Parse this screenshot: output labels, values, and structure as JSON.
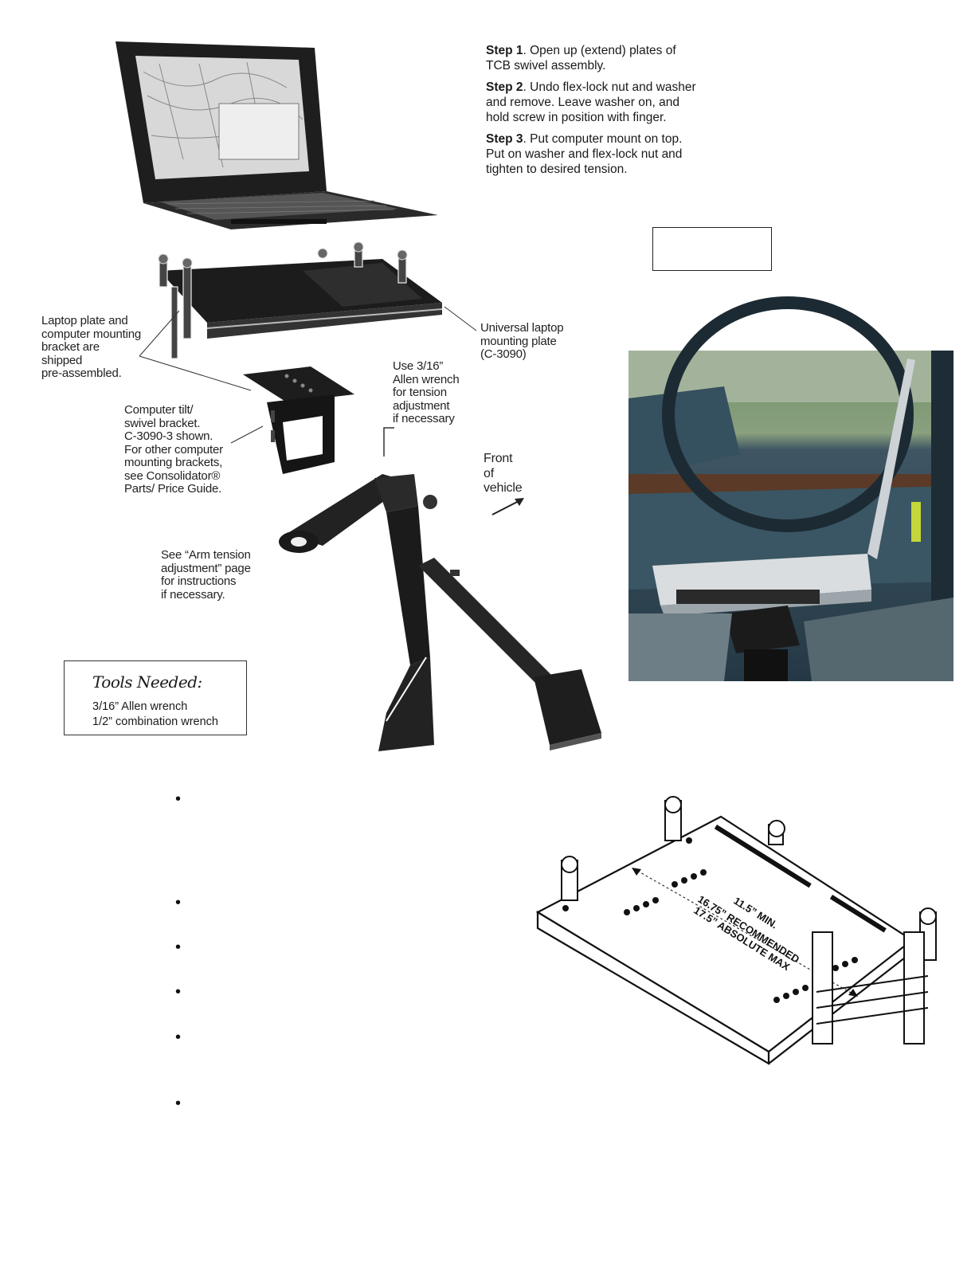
{
  "steps": [
    {
      "label": "Step 1",
      "text": ". Open up (extend) plates of TCB swivel assembly."
    },
    {
      "label": "Step 2",
      "text": ". Undo flex-lock nut and washer and remove. Leave washer on, and hold screw in position with finger."
    },
    {
      "label": "Step 3",
      "text": ". Put computer mount on top. Put on washer and flex-lock nut and tighten to desired tension."
    }
  ],
  "callouts": {
    "preassembled": "Laptop plate and\ncomputer mounting\nbracket are\nshipped\npre-assembled.",
    "universal_plate": "Universal laptop\nmounting plate\n(C-3090)",
    "allen_wrench": "Use 3/16”\nAllen wrench\nfor tension\nadjustment\nif necessary",
    "tilt_bracket": "Computer tilt/\nswivel bracket.\nC-3090-3 shown.\nFor other computer\nmounting brackets,\nsee Consolidator®\nParts/ Price Guide.",
    "front_vehicle": "Front\nof\nvehicle",
    "arm_tension": "See  “Arm tension\nadjustment” page\nfor instructions\nif necessary."
  },
  "tools": {
    "title": "Tools Needed:",
    "items": [
      "3/16” Allen wrench",
      "1/2” combination wrench"
    ]
  },
  "plate_dimensions": {
    "min": "11.5” MIN.",
    "recommended": "16.75” RECOMMENDED",
    "absolute_max": "17.5” ABSOLUTE MAX"
  },
  "icons": {
    "laptop": "laptop-icon",
    "plate": "laptop-plate-icon",
    "bracket": "swivel-bracket-icon",
    "pedestal": "pedestal-arm-icon",
    "wrench": "allen-wrench-icon",
    "arrow": "front-arrow-icon"
  }
}
